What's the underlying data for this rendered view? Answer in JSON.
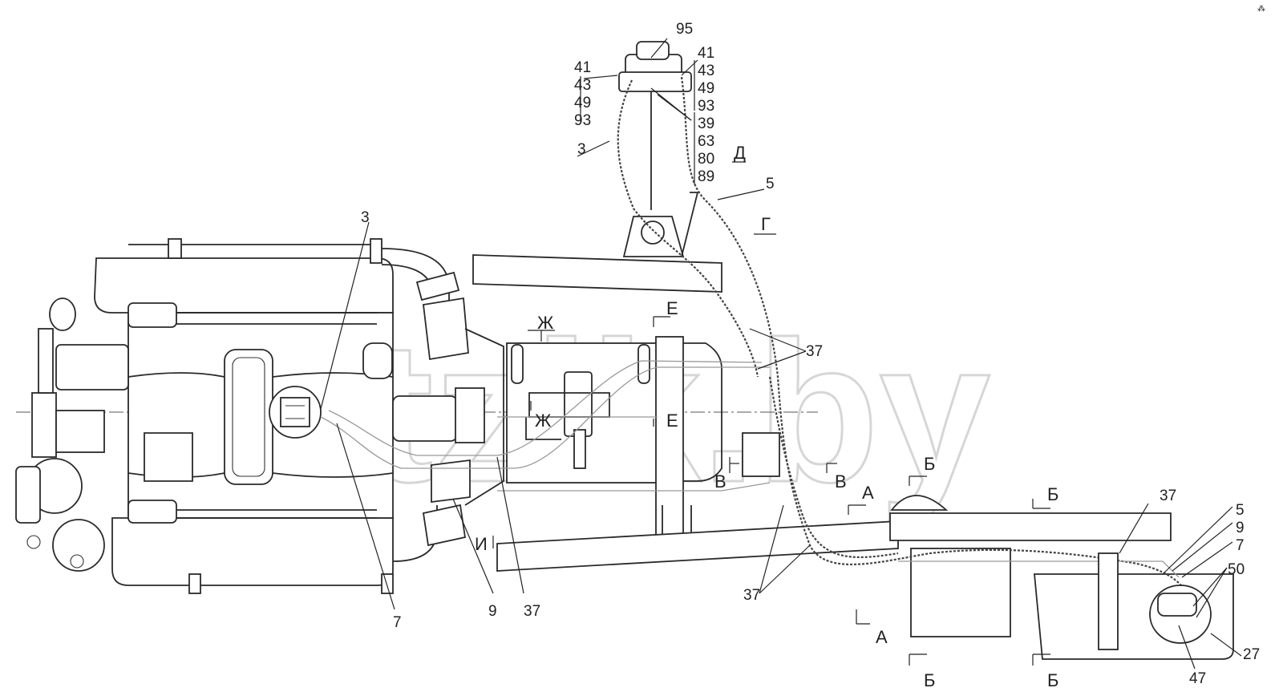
{
  "watermark": "mtzik.by",
  "corner_mark": "⁂",
  "callouts": {
    "c95": "95",
    "c41a": "41",
    "c43a": "43",
    "c49a": "49",
    "c93a": "93",
    "c41b": "41",
    "c43b": "43",
    "c49b": "49",
    "c93b": "93",
    "c39": "39",
    "c63": "63",
    "c80": "80",
    "c89": "89",
    "c3a": "3",
    "c3b": "3",
    "c5a": "5",
    "c5b": "5",
    "c37a": "37",
    "c37b": "37",
    "c37c": "37",
    "c37d": "37",
    "c7a": "7",
    "c7b": "7",
    "c9a": "9",
    "c9b": "9",
    "c50": "50",
    "c27": "27",
    "c47": "47"
  },
  "sections": {
    "d": "Д",
    "g": "Г",
    "e1": "Е",
    "e2": "Е",
    "zh1": "Ж",
    "zh2": "Ж",
    "v1": "В",
    "v2": "В",
    "a1": "А",
    "a2": "А",
    "b1": "Б",
    "b2": "Б",
    "b3": "Б",
    "b4": "Б",
    "i": "И"
  }
}
